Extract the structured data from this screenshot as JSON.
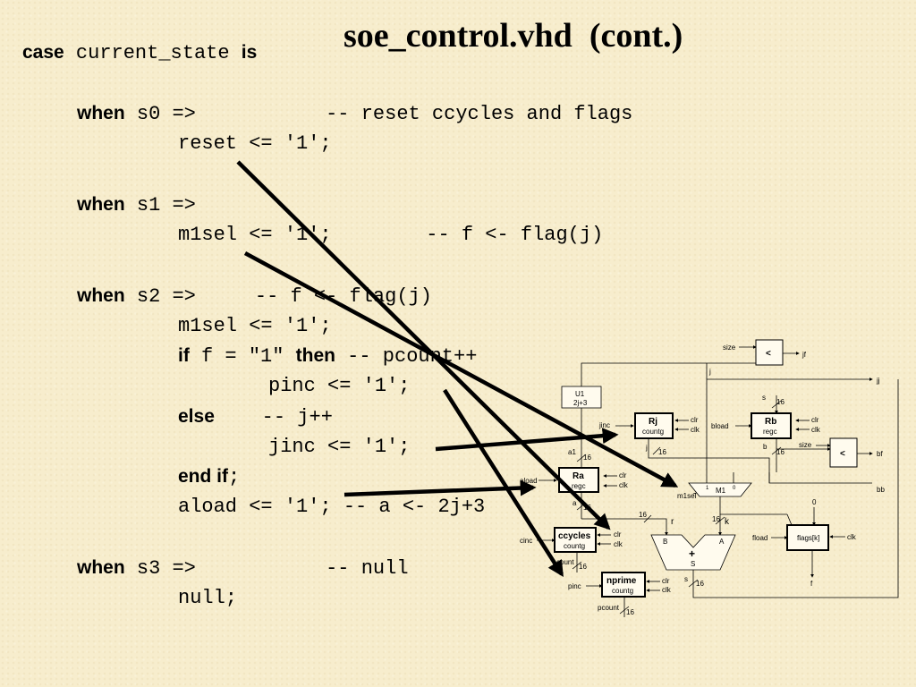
{
  "slide": {
    "title": "soe_control.vhd  (cont.)",
    "code": {
      "l1_kw": "case",
      "l1_txt": " current_state ",
      "l1_kw2": "is",
      "l2_kw": "when",
      "l2_txt": " s0 =>           -- reset ccycles and flags",
      "l3_txt": "reset <= '1';",
      "l4_kw": "when",
      "l4_txt": " s1 =>",
      "l5_txt": "m1sel <= '1';        -- f <- flag(j)",
      "l6_kw": "when",
      "l6_txt": " s2 =>     -- f <- flag(j)",
      "l7_txt": "m1sel <= '1';",
      "l8_kw": "if",
      "l8_txt": " f = \"1\" ",
      "l8_kw2": "then",
      "l8_txt2": " -- pcount++",
      "l9_txt": "pinc <= '1';",
      "l10_kw": "else",
      "l10_txt": "    -- j++",
      "l11_txt": "jinc <= '1';",
      "l12_kw": "end if",
      "l12_txt": ";",
      "l13_txt": "aload <= '1'; -- a <- 2j+3",
      "l14_kw": "when",
      "l14_txt": " s3 =>           -- null",
      "l15_txt": "null;"
    }
  },
  "diagram": {
    "labels": {
      "size1": "size",
      "lt1": "<",
      "jf": "jf",
      "j_top": "j",
      "jj": "jj",
      "u1": "U1",
      "u1sub": "2j+3",
      "jinc": "jinc",
      "rj": "Rj",
      "rj_sub": "countg",
      "clr": "clr",
      "clk": "clk",
      "j_mid": "j",
      "w16": "16",
      "bload": "bload",
      "rb": "Rb",
      "rb_sub": "regc",
      "s_top": "s",
      "b": "b",
      "size2": "size",
      "lt2": "<",
      "bf": "bf",
      "bb": "bb",
      "a1": "a1",
      "aload": "aload",
      "ra": "Ra",
      "ra_sub": "regc",
      "a": "a",
      "m1": "M1",
      "one": "1",
      "zero": "0",
      "m1sel": "m1sel",
      "ccycles": "ccycles",
      "cc_sub": "countg",
      "cinc": "cinc",
      "ccount": "count",
      "r": "r",
      "k": "k",
      "B": "B",
      "A": "A",
      "plus": "+",
      "S": "S",
      "fload": "fload",
      "flags": "flags[k]",
      "f": "f",
      "zero_in": "0",
      "nprime": "nprime",
      "np_sub": "countg",
      "pinc": "pinc",
      "pcount": "pcount",
      "s_bot": "s"
    }
  }
}
